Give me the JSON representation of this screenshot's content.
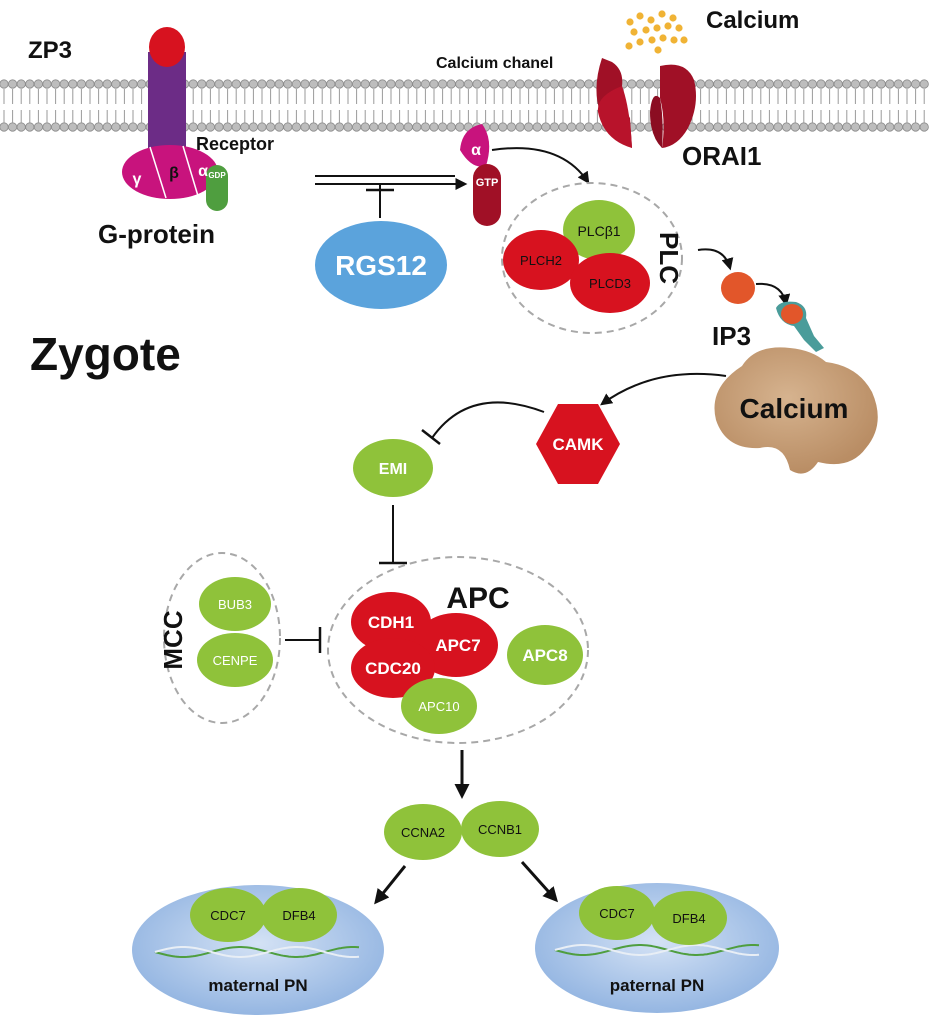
{
  "labels": {
    "zp3": "ZP3",
    "calcium_top": "Calcium",
    "calcium_channel": "Calcium chanel",
    "receptor": "Receptor",
    "orai1": "ORAI1",
    "g_protein": "G-protein",
    "gamma": "γ",
    "beta": "β",
    "alpha": "α",
    "gdp": "GDP",
    "gtp": "GTP",
    "alpha_active": "α",
    "rgs12": "RGS12",
    "plc": "PLC",
    "plcb1": "PLCβ1",
    "plch2": "PLCH2",
    "plcd3": "PLCD3",
    "ip3": "IP3",
    "zygote": "Zygote",
    "calcium_store": "Calcium",
    "camk": "CAMK",
    "emi": "EMI",
    "apc": "APC",
    "mcc": "MCC",
    "bub3": "BUB3",
    "cenpe": "CENPE",
    "cdh1": "CDH1",
    "apc7": "APC7",
    "cdc20": "CDC20",
    "apc8": "APC8",
    "apc10": "APC10",
    "ccna2": "CCNA2",
    "ccnb1": "CCNB1",
    "cdc7_left": "CDC7",
    "dfb4_left": "DFB4",
    "maternal_pn": "maternal PN",
    "cdc7_right": "CDC7",
    "dfb4_right": "DFB4",
    "paternal_pn": "paternal PN"
  },
  "colors": {
    "green": "#8fc23a",
    "red": "#d7121f",
    "dark_red": "#a01026",
    "magenta": "#c8137d",
    "purple": "#6c2c86",
    "blue": "#5ba3dc",
    "orange": "#e2562a",
    "teal": "#4a9c9a",
    "tan": "#c89f78",
    "nucleus": "#b5cdec",
    "gold": "#f0b335"
  }
}
